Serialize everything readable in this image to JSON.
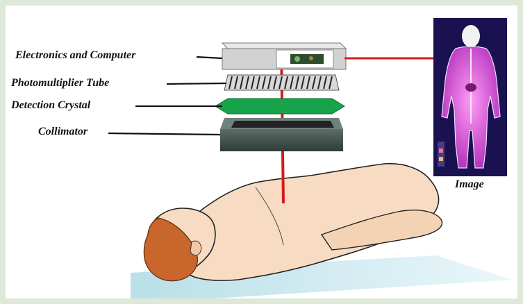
{
  "diagram": {
    "labels": {
      "electronics": "Electronics and Computer",
      "pmt": "Photomultiplier Tube",
      "crystal": "Detection Crystal",
      "collimator": "Collimator",
      "image": "Image"
    },
    "colors": {
      "signal_line": "#d41c1c",
      "crystal": "#17a34a",
      "collimator": "#3b4a47",
      "scan_background": "#1a1250",
      "scan_body": "#e25ad8",
      "skin": "#f7dcc3",
      "hair": "#c9662b",
      "table": "#cfeaf0"
    }
  }
}
